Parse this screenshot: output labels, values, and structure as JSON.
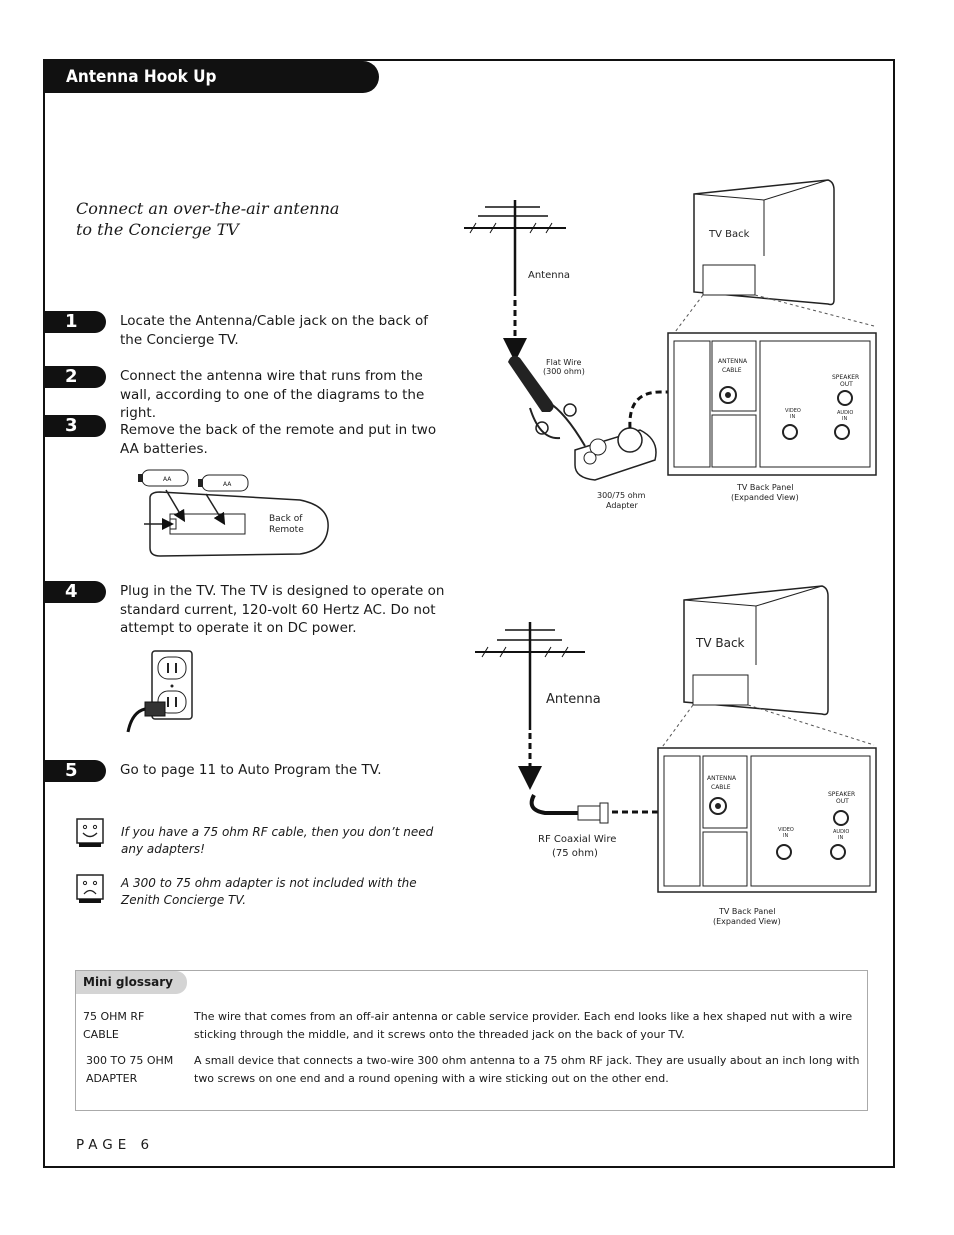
{
  "header": {
    "title": "Antenna Hook Up"
  },
  "intro": {
    "line1": "Connect an over-the-air antenna",
    "line2": "to the Concierge TV"
  },
  "steps": [
    {
      "number": "1",
      "text": "Locate the Antenna/Cable jack on the back of the Concierge TV."
    },
    {
      "number": "2",
      "text": "Connect the antenna wire that runs from the wall, according to one of the diagrams to the right."
    },
    {
      "number": "3",
      "text": "Remove the back of the remote and put in two AA batteries."
    },
    {
      "number": "4",
      "text": "Plug in the TV. The TV is designed to operate on standard current, 120-volt 60 Hertz AC. Do not attempt to operate it on DC power."
    },
    {
      "number": "5",
      "text": "Go to page 11 to Auto Program the TV."
    }
  ],
  "notes": [
    {
      "icon": "smiley-face-icon",
      "text": "If you have a 75 ohm RF cable, then you don’t need any adapters!"
    },
    {
      "icon": "frowning-face-icon",
      "text": "A 300 to 75 ohm adapter is not included with the Zenith Concierge TV."
    }
  ],
  "remote_diagram": {
    "battery_label": "AA",
    "back_label_1": "Back of",
    "back_label_2": "Remote"
  },
  "diagram_top": {
    "antenna": "Antenna",
    "flat_wire_1": "Flat Wire",
    "flat_wire_2": "(300 ohm)",
    "adapter_1": "300/75 ohm",
    "adapter_2": "Adapter",
    "tv_back": "TV Back",
    "panel_1": "TV Back Panel",
    "panel_2": "(Expanded View)",
    "antenna_cable_1": "ANTENNA",
    "antenna_cable_2": "CABLE",
    "speaker_1": "SPEAKER",
    "speaker_2": "OUT",
    "video_1": "VIDEO",
    "video_2": "IN",
    "audio_1": "AUDIO",
    "audio_2": "IN"
  },
  "diagram_bottom": {
    "antenna": "Antenna",
    "coax_1": "RF Coaxial Wire",
    "coax_2": "(75 ohm)",
    "tv_back": "TV Back",
    "panel_1": "TV Back Panel",
    "panel_2": "(Expanded View)",
    "antenna_cable_1": "ANTENNA",
    "antenna_cable_2": "CABLE",
    "speaker_1": "SPEAKER",
    "speaker_2": "OUT",
    "video_1": "VIDEO",
    "video_2": "IN",
    "audio_1": "AUDIO",
    "audio_2": "IN"
  },
  "glossary": {
    "title": "Mini glossary",
    "entries": [
      {
        "term": "75 OHM RF CABLE",
        "def": "The wire that comes from an off-air antenna or cable service provider. Each end looks like a hex shaped nut with a wire sticking through the middle, and it screws onto the threaded jack on the back of your TV."
      },
      {
        "term": "300 TO 75 OHM ADAPTER",
        "def": "A small device that connects a two-wire 300 ohm antenna to a 75 ohm RF jack. They are usually about an inch long with two screws on one end and a round opening with a wire sticking out on the other end."
      }
    ]
  },
  "footer": {
    "page": "PAGE 6"
  }
}
